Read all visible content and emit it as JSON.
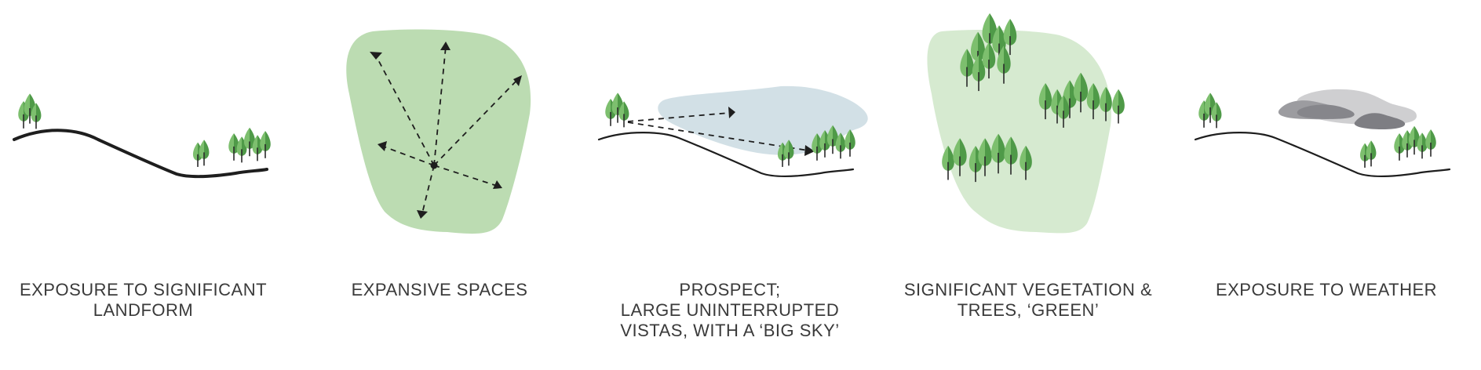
{
  "colors": {
    "tree_light": "#7dbf6e",
    "tree_dark": "#4f9a48",
    "trunk": "#2a2a2a",
    "ground": "#1e1e1e",
    "space_green": "#bcdcb2",
    "vegetation_green": "#d6ead0",
    "sky_blue": "#d2e0e6",
    "cloud_light": "#cfcfd1",
    "cloud_mid": "#9c9ca0",
    "cloud_dark": "#7e7e83",
    "text": "#3a3a3a"
  },
  "panels": [
    {
      "id": "landform",
      "caption_lines": [
        "EXPOSURE TO SIGNIFICANT",
        "LANDFORM"
      ]
    },
    {
      "id": "spaces",
      "caption_lines": [
        "EXPANSIVE SPACES"
      ]
    },
    {
      "id": "prospect",
      "caption_lines": [
        "PROSPECT;",
        "LARGE UNINTERRUPTED",
        "VISTAS, WITH A ‘BIG SKY’"
      ]
    },
    {
      "id": "vegetation",
      "caption_lines": [
        "SIGNIFICANT VEGETATION &",
        "TREES, ‘GREEN’"
      ]
    },
    {
      "id": "weather",
      "caption_lines": [
        "EXPOSURE TO WEATHER"
      ]
    }
  ]
}
